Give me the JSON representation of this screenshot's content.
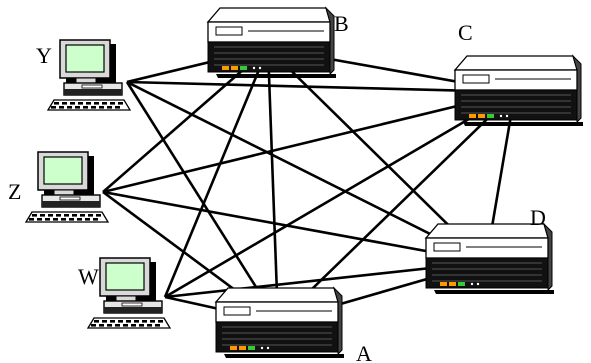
{
  "diagram": {
    "routers": [
      {
        "id": "B",
        "label": "B"
      },
      {
        "id": "C",
        "label": "C"
      },
      {
        "id": "D",
        "label": "D"
      },
      {
        "id": "A",
        "label": "A"
      }
    ],
    "hosts": [
      {
        "id": "Y",
        "label": "Y"
      },
      {
        "id": "Z",
        "label": "Z"
      },
      {
        "id": "W",
        "label": "W"
      }
    ],
    "links": [
      [
        "Y",
        "B"
      ],
      [
        "Y",
        "C"
      ],
      [
        "Y",
        "D"
      ],
      [
        "Y",
        "A"
      ],
      [
        "Z",
        "B"
      ],
      [
        "Z",
        "C"
      ],
      [
        "Z",
        "D"
      ],
      [
        "Z",
        "A"
      ],
      [
        "W",
        "B"
      ],
      [
        "W",
        "C"
      ],
      [
        "W",
        "D"
      ],
      [
        "W",
        "A"
      ],
      [
        "B",
        "C"
      ],
      [
        "B",
        "D"
      ],
      [
        "B",
        "A"
      ],
      [
        "C",
        "D"
      ],
      [
        "C",
        "A"
      ],
      [
        "D",
        "A"
      ]
    ],
    "colors": {
      "line": "#000000",
      "screen": "#ccffcc",
      "device_body": "#ffffff",
      "led_orange": "#ff9900",
      "led_green": "#33cc33"
    }
  }
}
